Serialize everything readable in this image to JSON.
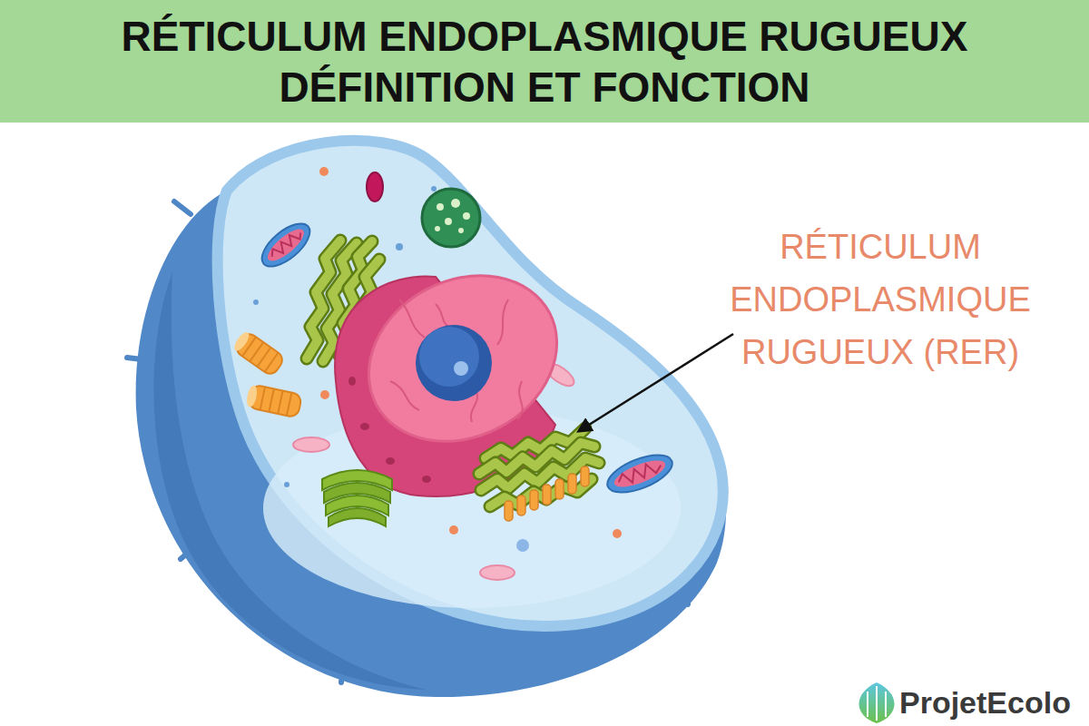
{
  "diagram": {
    "title": "RÉTICULUM ENDOPLASMIQUE RUGUEUX DÉFINITION ET FONCTION",
    "labels": [
      "RÉTICULUM ENDOPLASMIQUE RUGUEUX (RER)",
      "ProjetEcolo"
    ]
  }
}
